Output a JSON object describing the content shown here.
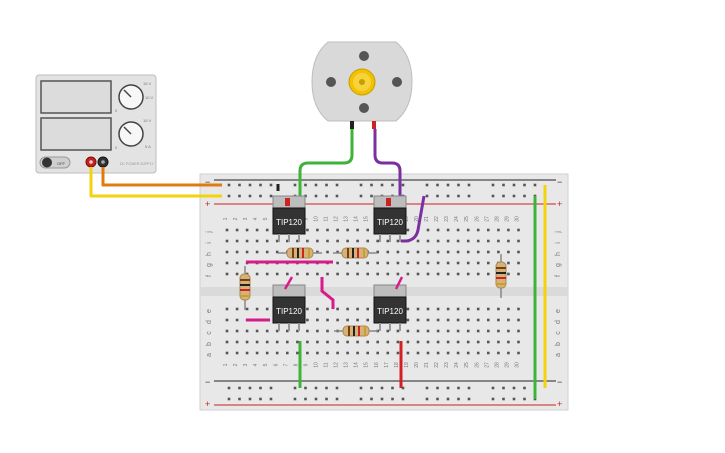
{
  "power_supply": {
    "knob1_max": "15 V",
    "knob1_min": "0",
    "knob1_side": "10 V",
    "knob2_max": "15 V",
    "knob2_min": "0",
    "knob2_side": "5 A",
    "switch_label": "OFF",
    "brand": "DC POWER SUPPLY",
    "body_color": "#e3e3e3",
    "display_color": "#dcdcdc"
  },
  "motor": {
    "body_color": "#d9d9d9",
    "gear_color": "#f2c200",
    "terminal_neg_color": "#222222",
    "terminal_pos_color": "#cc2222"
  },
  "breadboard": {
    "rail_plus": "+",
    "rail_minus": "−",
    "column_numbers": [
      "1",
      "2",
      "3",
      "4",
      "5",
      "6",
      "7",
      "8",
      "9",
      "10",
      "11",
      "12",
      "13",
      "14",
      "15",
      "16",
      "17",
      "18",
      "19",
      "20",
      "21",
      "22",
      "23",
      "24",
      "25",
      "26",
      "27",
      "28",
      "29",
      "30"
    ],
    "row_letters_top": [
      "j",
      "i",
      "h",
      "g",
      "f"
    ],
    "row_letters_bottom": [
      "e",
      "d",
      "c",
      "b",
      "a"
    ],
    "board_color": "#e8e8e8",
    "rail_red": "#cc2222",
    "rail_blue": "#222222"
  },
  "transistors": [
    {
      "label": "TIP120"
    },
    {
      "label": "TIP120"
    },
    {
      "label": "TIP120"
    },
    {
      "label": "TIP120"
    }
  ],
  "wires": {
    "green": "#3db33a",
    "purple": "#7b2fa0",
    "magenta": "#d81b8c",
    "red": "#d62020",
    "yellow": "#f2d30c",
    "orange": "#e07b10",
    "dark": "#333333"
  }
}
